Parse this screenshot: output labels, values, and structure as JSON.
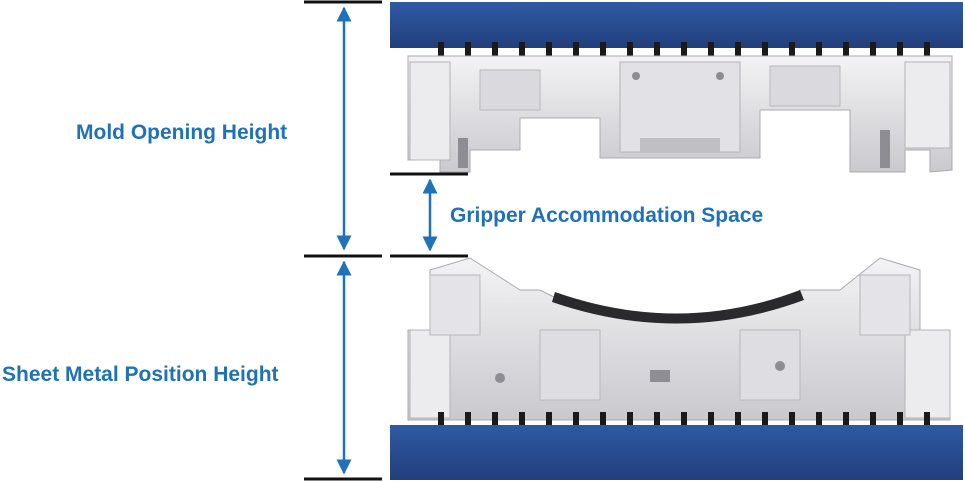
{
  "labels": {
    "mold_opening_height": "Mold Opening Height",
    "gripper_accommodation_space": "Gripper Accommodation Space",
    "sheet_metal_position_height": "Sheet Metal Position Height"
  },
  "colors": {
    "accent": "#1f72b8",
    "plate": "#2b4f94",
    "plate_edge": "#1c3a75",
    "die_light": "#e9e9ec",
    "die_mid": "#cfcfd3",
    "die_dark": "#9a9aa0",
    "rule": "#111111"
  }
}
